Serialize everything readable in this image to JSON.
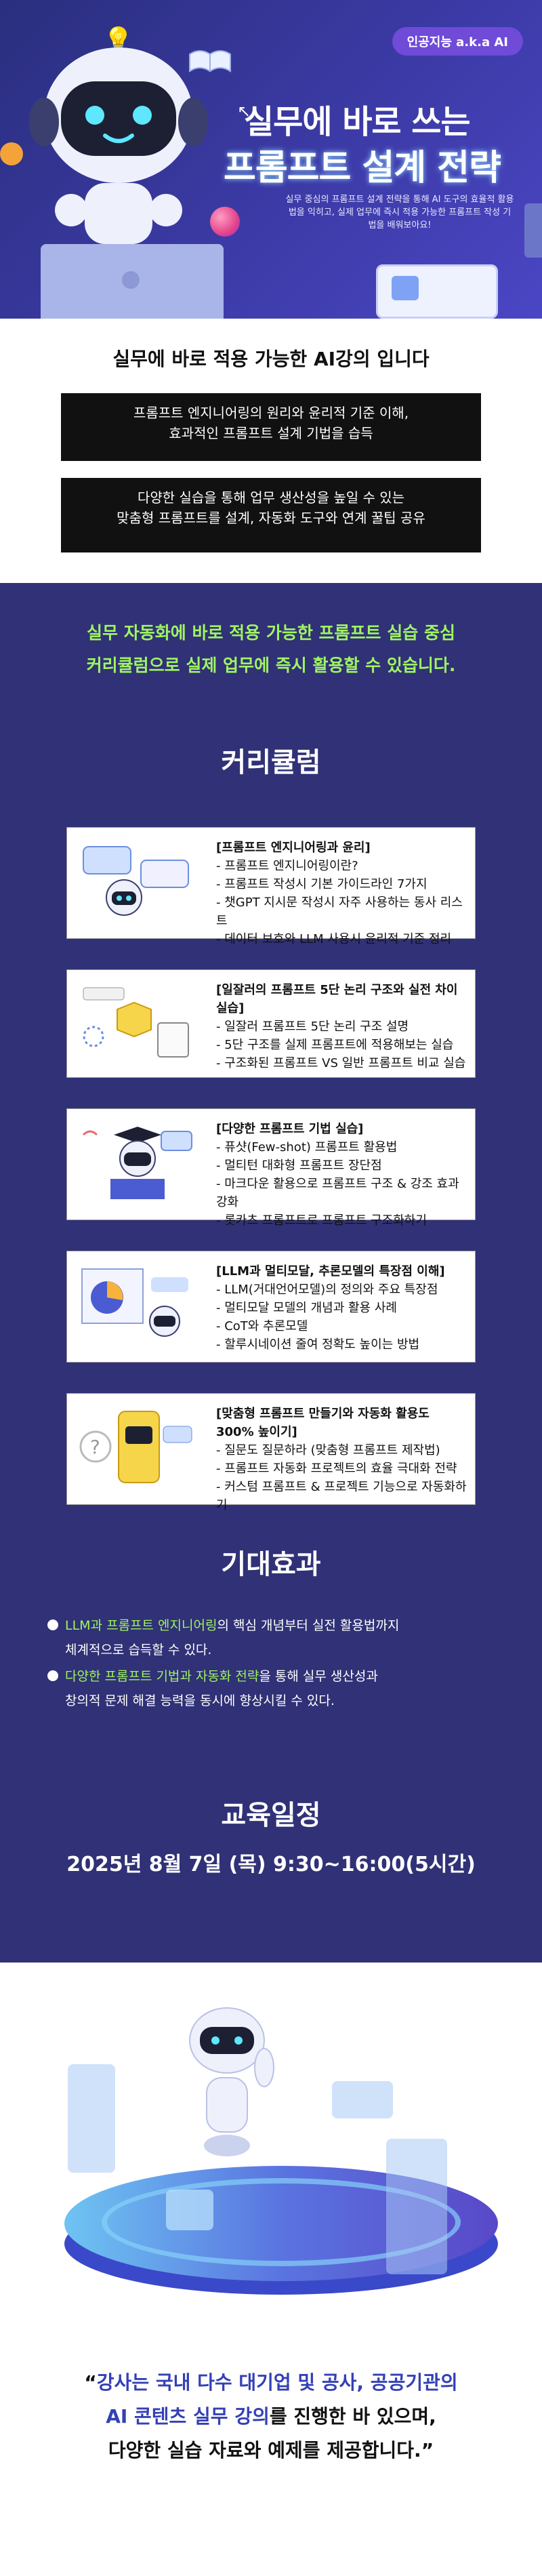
{
  "hero": {
    "badge": "인공지능 a.k.a AI",
    "title_line1": "실무에 바로 쓰는",
    "title_line2": "프롬프트 설계 전략",
    "description": "실무 중심의 프롬프트 설계 전략을 통해 AI 도구의 효율적 활용법을 익히고, 실제 업무에 즉시 적용 가능한 프롬프트 작성 기법을 배워보아요!"
  },
  "intro": {
    "title": "실무에 바로 적용 가능한 AI강의 입니다",
    "box1_line1": "프롬프트 엔지니어링의 원리와 윤리적 기준 이해,",
    "box1_line2": "효과적인 프롬프트 설계 기법을 습득",
    "box2_line1": "다양한 실습을 통해 업무 생산성을 높일 수 있는",
    "box2_line2": "맞춤형 프롬프트를 설계, 자동화 도구와 연계 꿀팁 공유"
  },
  "curriculum": {
    "lead_line1": "실무 자동화에 바로 적용 가능한 프롬프트 실습 중심",
    "lead_line2": "커리큘럼으로 실제 업무에 즉시 활용할 수 있습니다.",
    "title": "커리큘럼",
    "cards": [
      {
        "heading": "[프롬프트 엔지니어링과 윤리]",
        "items": [
          "- 프롬프트 엔지니어링이란?",
          "- 프롬프트 작성시 기본 가이드라인 7가지",
          "- 챗GPT 지시문 작성시 자주 사용하는 동사 리스트",
          "- 데이터 보호와 LLM 사용시 윤리적 기준 정리"
        ]
      },
      {
        "heading": "[일잘러의 프롬프트 5단 논리 구조와 실전 차이 실습]",
        "items": [
          "- 일잘러 프롬프트 5단 논리 구조 설명",
          "- 5단 구조를 실제 프롬프트에 적용해보는 실습",
          "- 구조화된 프롬프트 VS 일반 프롬프트 비교 실습"
        ]
      },
      {
        "heading": "[다양한 프롬프트 기법 실습]",
        "items": [
          "- 퓨샷(Few-shot) 프롬프트 활용법",
          "- 멀티턴 대화형 프롬프트 장단점",
          "- 마크다운 활용으로 프롬프트 구조 & 강조 효과 강화",
          "- 롯카츠 프롬프트로 프롬프트 구조화하기"
        ]
      },
      {
        "heading": "[LLM과 멀티모달, 추론모델의 특장점 이해]",
        "items": [
          "- LLM(거대언어모델)의 정의와 주요 특장점",
          "- 멀티모달 모델의 개념과 활용 사례",
          "- CoT와 추론모델",
          "- 할루시네이션 줄여 정확도 높이는 방법"
        ]
      },
      {
        "heading": "[맞춤형 프롬프트 만들기와 자동화 활용도 300% 높이기]",
        "items": [
          "- 질문도 질문하라 (맞춤형 프롬프트 제작법)",
          "- 프롬프트 자동화 프로젝트의 효율 극대화 전략",
          "- 커스텀 프롬프트 & 프로젝트 기능으로 자동화하기"
        ]
      }
    ]
  },
  "effects": {
    "title": "기대효과",
    "e1_highlight": "LLM과 프롬프트 엔지니어링",
    "e1_rest": "의 핵심 개념부터 실전 활용법까지",
    "e1_line2": "체계적으로 습득할 수 있다.",
    "e2_highlight": "다양한 프롬프트 기법과 자동화 전략",
    "e2_rest": "을 통해 실무 생산성과",
    "e2_line2": "창의적 문제 해결 능력을 동시에 향상시킬 수 있다."
  },
  "schedule": {
    "title": "교육일정",
    "date": "2025년 8월 7일 (목) 9:30~16:00(5시간)"
  },
  "quote": {
    "line1_open": "“",
    "line1_hl": "강사는 국내 다수 대기업 및 공사, 공공기관의",
    "line2_hl": "AI 콘텐츠 실무 강의",
    "line2_rest": "를 진행한 바 있으며,",
    "line3": "다양한 실습 자료와 예제를 제공합니다.",
    "line3_close": "”"
  },
  "colors": {
    "hero_bg": "#3c3aa6",
    "section_bg": "#303176",
    "accent_green": "#9ff562",
    "badge": "#6f4bd8",
    "quote_blue": "#3440b6"
  }
}
